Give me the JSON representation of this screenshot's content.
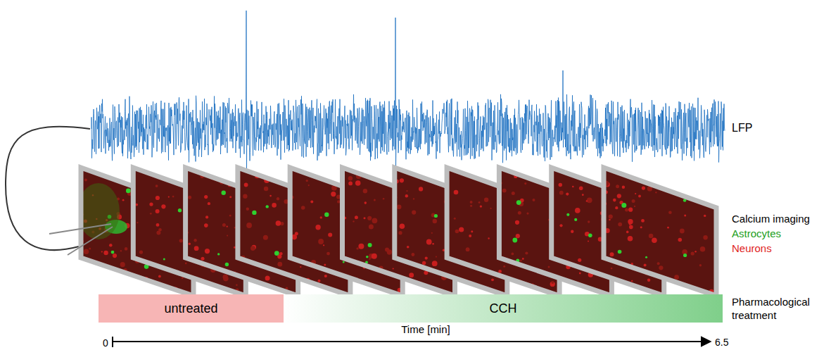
{
  "diagram": {
    "nodes": [
      {
        "text": [
          "untreated"
        ]
      },
      {
        "text": [
          "CCH"
        ]
      }
    ],
    "labels": [
      "LFP",
      "Calcium imaging",
      "Astrocytes",
      "Neurons",
      "Pharmacological treatment",
      "0",
      "Time [min]",
      "6.5"
    ]
  }
}
